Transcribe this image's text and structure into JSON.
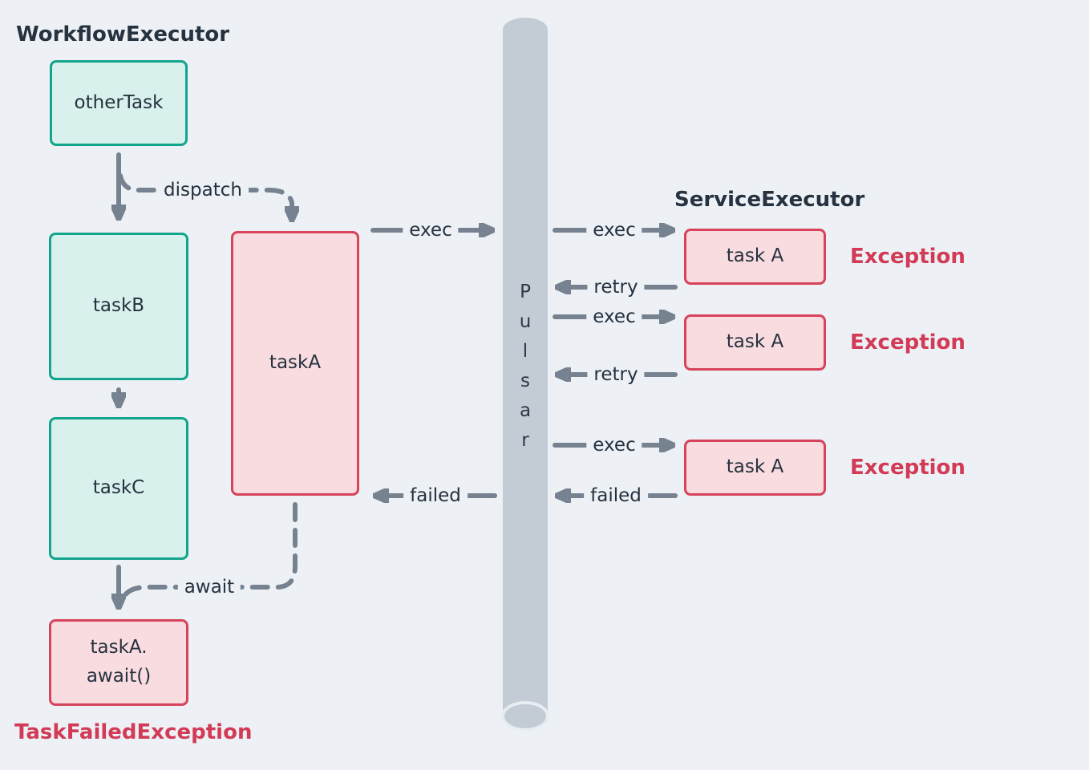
{
  "workflow": {
    "title": "WorkflowExecutor",
    "other_task": "otherTask",
    "task_b": "taskB",
    "task_c": "taskC",
    "task_a": "taskA",
    "await_line1": "taskA.",
    "await_line2": "await()",
    "failure_label": "TaskFailedException"
  },
  "edges": {
    "dispatch": "dispatch",
    "exec": "exec",
    "retry": "retry",
    "failed": "failed",
    "await": "await"
  },
  "pulsar": {
    "name": "Pulsar",
    "letters": [
      "P",
      "u",
      "l",
      "s",
      "a",
      "r"
    ]
  },
  "service": {
    "title": "ServiceExecutor",
    "instances": [
      {
        "label": "task A",
        "result": "Exception"
      },
      {
        "label": "task A",
        "result": "Exception"
      },
      {
        "label": "task A",
        "result": "Exception"
      }
    ]
  },
  "colors": {
    "background": "#edf1f5",
    "teal_border": "#12a48c",
    "teal_fill": "#d9f1ed",
    "red_border": "#d6435a",
    "red_fill": "#f9dce0",
    "arrow": "#76828f",
    "text": "#25313f",
    "exception_text": "#d23a56",
    "pulsar_bar": "#c3ccd5"
  }
}
